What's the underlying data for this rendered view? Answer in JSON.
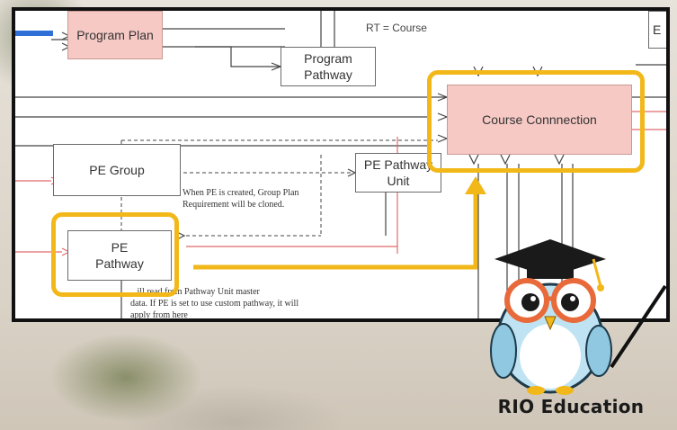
{
  "diagram": {
    "rt_label": "RT = Course",
    "boxes": {
      "program_plan": "Program Plan",
      "program_pathway_l1": "Program",
      "program_pathway_l2": "Pathway",
      "course_connection": "Course Connnection",
      "pe_group": "PE Group",
      "pe_pathway_unit_l1": "PE Pathway",
      "pe_pathway_unit_l2": "Unit",
      "pe_pathway_l1": "PE",
      "pe_pathway_l2": "Pathway",
      "top_right_partial": "E"
    },
    "notes": {
      "group_plan_l1": "When PE is created, Group Plan",
      "group_plan_l2": "Requirement will be cloned.",
      "pathway_unit_l1": "...ill read from Pathway Unit master",
      "pathway_unit_l2": "data. If PE is set to use custom pathway, it will",
      "pathway_unit_l3": "apply from here"
    },
    "colors": {
      "highlight": "#f2b81a",
      "pink_box": "#f6c9c5",
      "relation_red": "#e06b6b",
      "blue_accent": "#2f6fd6"
    }
  },
  "branding": {
    "name": "RIO Education",
    "mascot": "owl-graduate-icon"
  }
}
